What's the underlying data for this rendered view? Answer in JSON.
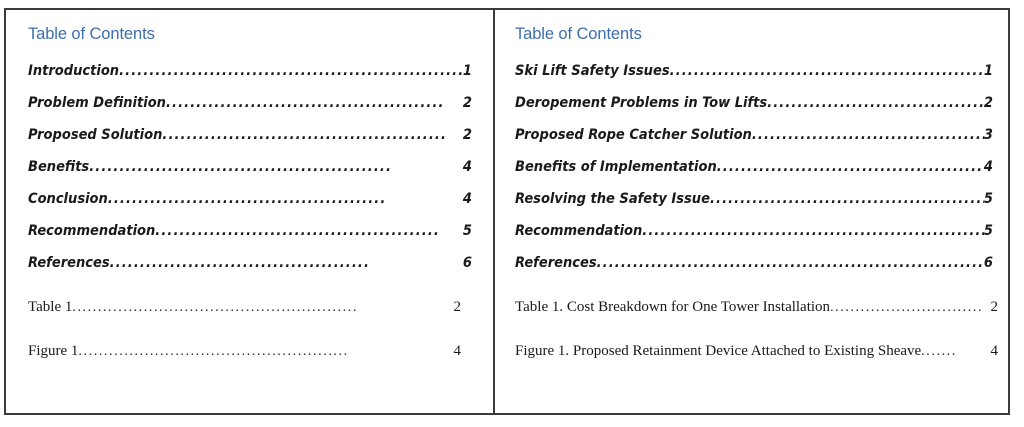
{
  "document": {
    "type": "table-of-contents-comparison",
    "panel_count": 2,
    "border_color": "#3b3b3b",
    "heading_color": "#3d6FAF"
  },
  "left_panel": {
    "heading": "Table of Contents",
    "headings_section": [
      {
        "label": "Introduction",
        "leader": "..........................................................",
        "page": "1"
      },
      {
        "label": "Problem Definition",
        "leader": "..............................................",
        "page": "2"
      },
      {
        "label": "Proposed Solution",
        "leader": "...............................................",
        "page": "2"
      },
      {
        "label": "Benefits ",
        "leader": "..................................................",
        "page": "4"
      },
      {
        "label": "Conclusion ",
        "leader": "..............................................",
        "page": "4"
      },
      {
        "label": "Recommendation",
        "leader": "...............................................",
        "page": "5"
      },
      {
        "label": "References ",
        "leader": "...........................................",
        "page": "6"
      }
    ],
    "captions_section": [
      {
        "label": "Table 1 ",
        "leader": "........................................................",
        "page": "2"
      },
      {
        "label": "Figure 1 ",
        "leader": ".....................................................",
        "page": "4"
      }
    ]
  },
  "right_panel": {
    "heading": "Table of Contents",
    "headings_section": [
      {
        "label": "Ski Lift Safety Issues",
        "leader": "...........................................................",
        "page": "1"
      },
      {
        "label": "Deropement Problems in Tow Lifts",
        "leader": "............................................",
        "page": "2"
      },
      {
        "label": "Proposed Rope Catcher Solution ",
        "leader": "..........................................",
        "page": "3"
      },
      {
        "label": "Benefits of Implementation ",
        "leader": "...............................................",
        "page": "4"
      },
      {
        "label": "Resolving the Safety Issue",
        "leader": ".................................................",
        "page": "5"
      },
      {
        "label": "Recommendation",
        "leader": "..............................................................",
        "page": "5"
      },
      {
        "label": "References ",
        "leader": "................................................................",
        "page": "6"
      }
    ],
    "captions_section": [
      {
        "label": "Table 1. Cost Breakdown for One Tower Installation",
        "leader": "..............................",
        "page": "2"
      },
      {
        "label": "Figure 1. Proposed Retainment Device Attached to Existing Sheave",
        "leader": ".......",
        "page": "4"
      }
    ]
  }
}
